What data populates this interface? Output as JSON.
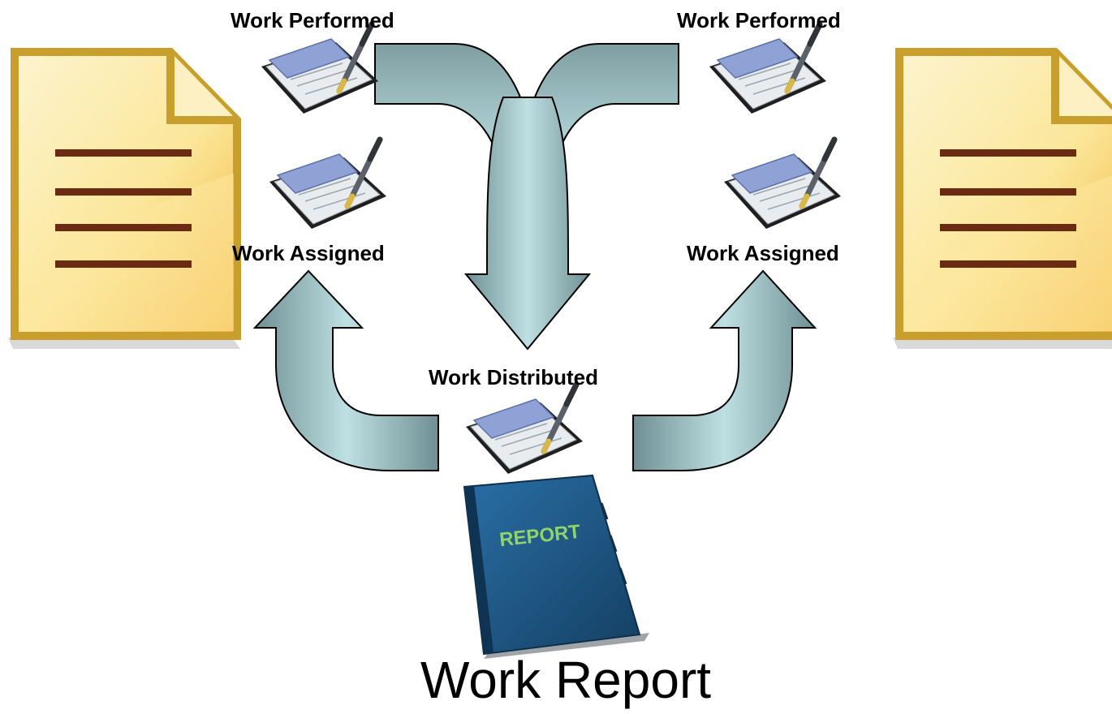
{
  "labels": {
    "left_performed": "Work Performed",
    "right_performed": "Work Performed",
    "left_assigned": "Work Assigned",
    "right_assigned": "Work Assigned",
    "distributed": "Work Distributed",
    "report_cover": "REPORT"
  },
  "title": "Work Report",
  "colors": {
    "arrow_fill": "#a9cfd2",
    "arrow_dark": "#6f8f94",
    "document_fill": "#fcecab",
    "document_border": "#c89e2c",
    "document_lines": "#6b2a12",
    "book_cover": "#1e5a88",
    "book_text": "#8fd36a",
    "checkbook_blue": "#8ea2d6"
  },
  "icons": {
    "documents": "document-icon",
    "checkbooks": "checkbook-pen-icon",
    "report": "report-book-icon"
  }
}
